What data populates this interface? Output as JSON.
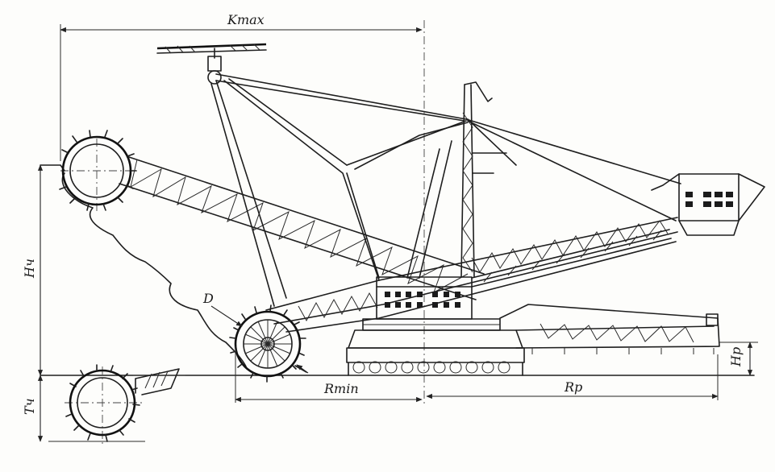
{
  "labels": {
    "k_max": "Kmax",
    "h_ch": "Hч",
    "t_ch": "Tч",
    "d": "D",
    "r_min": "Rmin",
    "r_p": "Rp",
    "h_p": "Hp"
  }
}
